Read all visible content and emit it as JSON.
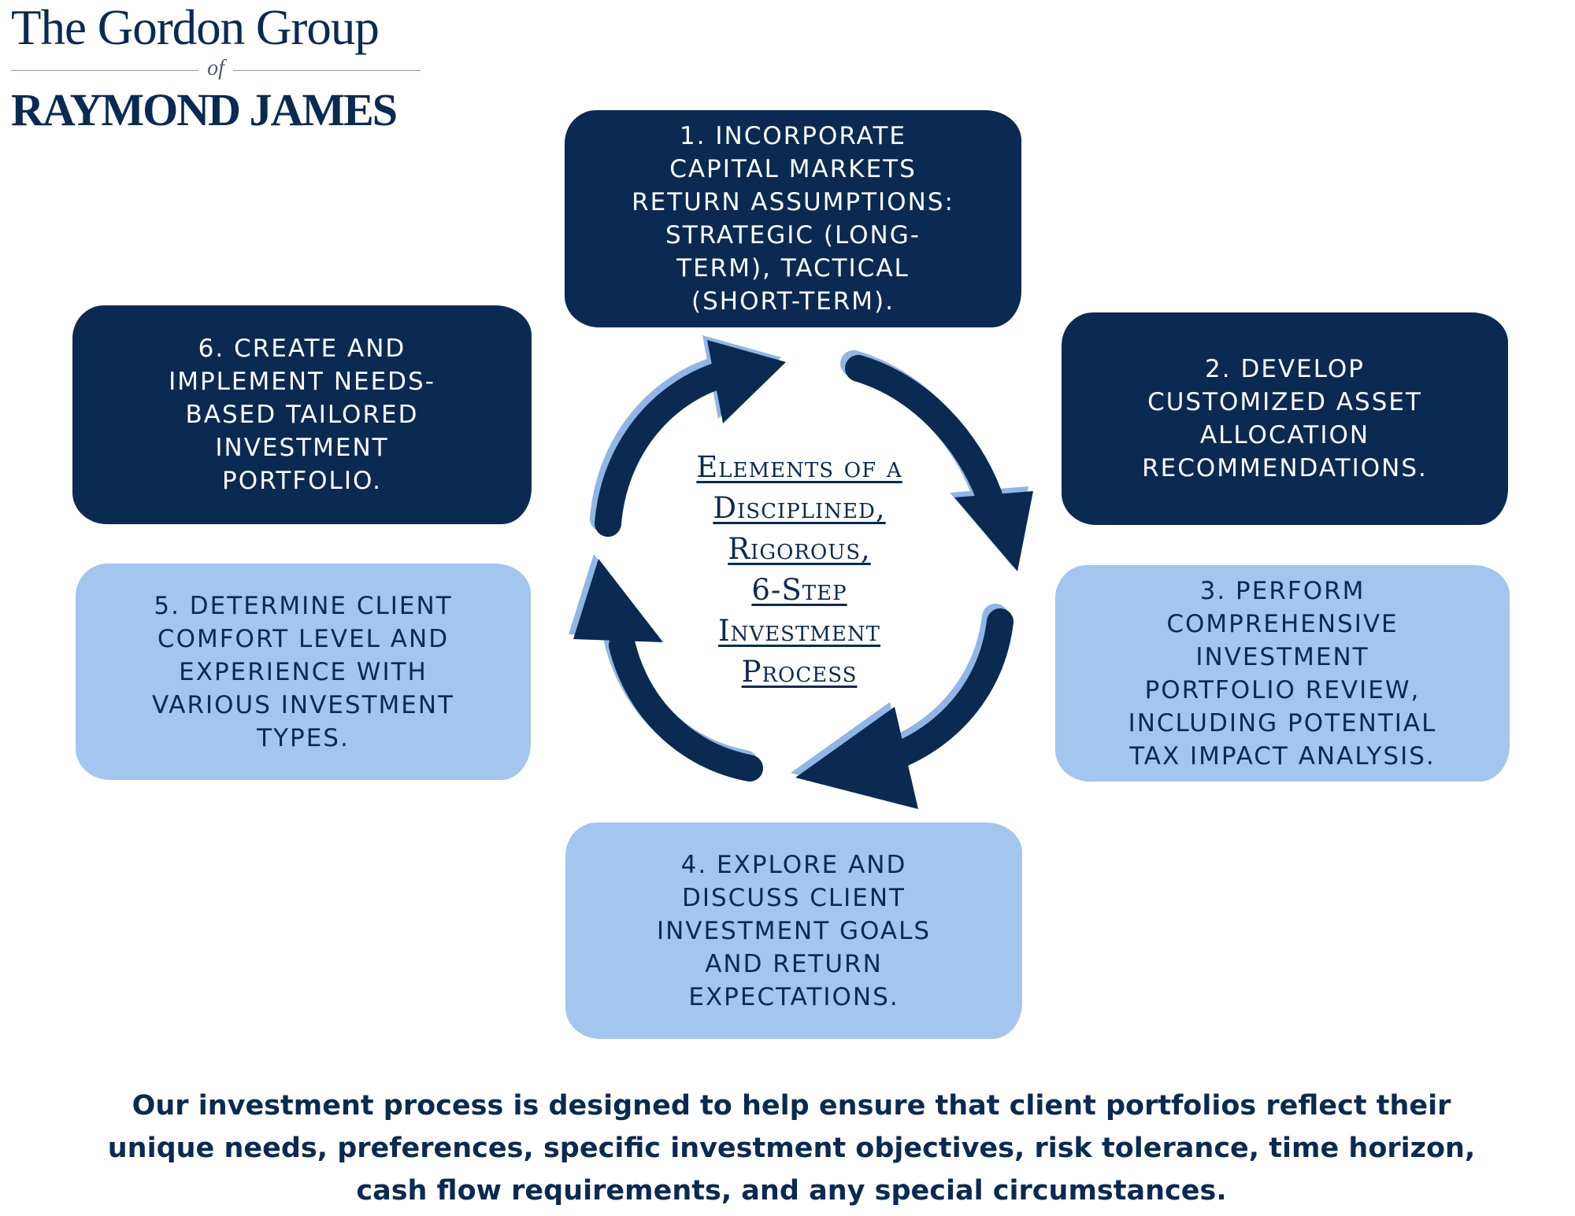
{
  "logo": {
    "line1": "The Gordon Group",
    "connector": "of",
    "line2": "RAYMOND JAMES"
  },
  "center_title": "Elements of a\nDisciplined,\nRigorous,\n6-Step\nInvestment\nProcess",
  "steps": [
    {
      "text": "1. Incorporate\nCapital Markets\nReturn Assumptions:\nStrategic (Long-\nTerm), Tactical\n(Short-Term)."
    },
    {
      "text": "2. Develop\nCustomized Asset\nAllocation\nRecommendations."
    },
    {
      "text": "3. Perform\nComprehensive\nInvestment\nPortfolio Review,\nIncluding Potential\nTax Impact Analysis."
    },
    {
      "text": "4. Explore and\nDiscuss Client\nInvestment Goals\nand Return\nExpectations."
    },
    {
      "text": "5. Determine Client\nComfort Level and\nExperience with\nVarious Investment\nTypes."
    },
    {
      "text": "6. Create and\nImplement Needs-\nBased Tailored\nInvestment\nPortfolio."
    }
  ],
  "footer": "Our investment process is designed to help ensure that client portfolios reflect their unique needs, preferences, specific investment objectives, risk tolerance, time horizon, cash flow requirements, and any special circumstances.",
  "colors": {
    "navy": "#0a2a52",
    "light_blue": "#a3c6ef",
    "arrow_shadow": "#8fb6e4"
  },
  "icons": [
    "cycle-arrow-icon"
  ]
}
